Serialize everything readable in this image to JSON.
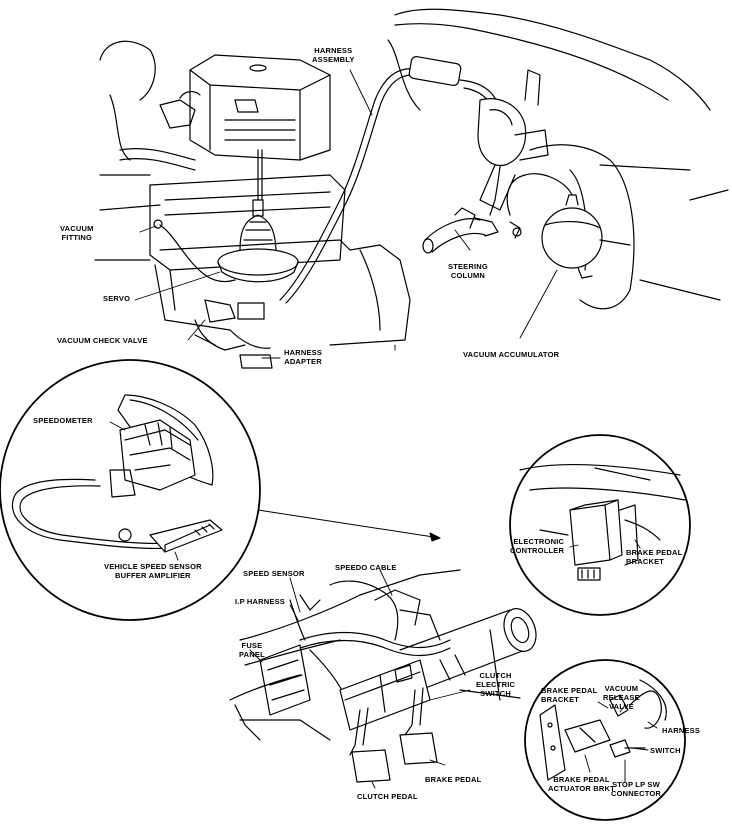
{
  "labels": {
    "harness_assembly": "HARNESS\nASSEMBLY",
    "vacuum_fitting": "VACUUM\nFITTING",
    "servo": "SERVO",
    "vacuum_check_valve": "VACUUM CHECK VALVE",
    "harness_adapter": "HARNESS\nADAPTER",
    "steering_column": "STEERING\nCOLUMN",
    "vacuum_accumulator": "VACUUM ACCUMULATOR",
    "speedometer": "SPEEDOMETER",
    "vehicle_speed_sensor": "VEHICLE SPEED SENSOR\nBUFFER AMPLIFIER",
    "speed_sensor": "SPEED SENSOR",
    "speedo_cable": "SPEEDO CABLE",
    "ip_harness": "I.P HARNESS",
    "fuse_panel": "FUSE\nPANEL",
    "electronic_controller": "ELECTRONIC\nCONTROLLER",
    "brake_pedal_bracket_top": "BRAKE PEDAL\nBRACKET",
    "clutch_electric_switch": "CLUTCH\nELECTRIC\nSWITCH",
    "brake_pedal_bracket_inset": "BRAKE PEDAL\nBRACKET",
    "vacuum_release_valve": "VACUUM\nRELEASE\nVALVE",
    "harness": "HARNESS",
    "switch": "SWITCH",
    "brake_pedal_actuator_brkt": "BRAKE PEDAL\nACTUATOR BRKT",
    "stop_lp_sw_connector": "STOP LP SW\nCONNECTOR",
    "clutch_pedal": "CLUTCH PEDAL",
    "brake_pedal": "BRAKE PEDAL"
  }
}
